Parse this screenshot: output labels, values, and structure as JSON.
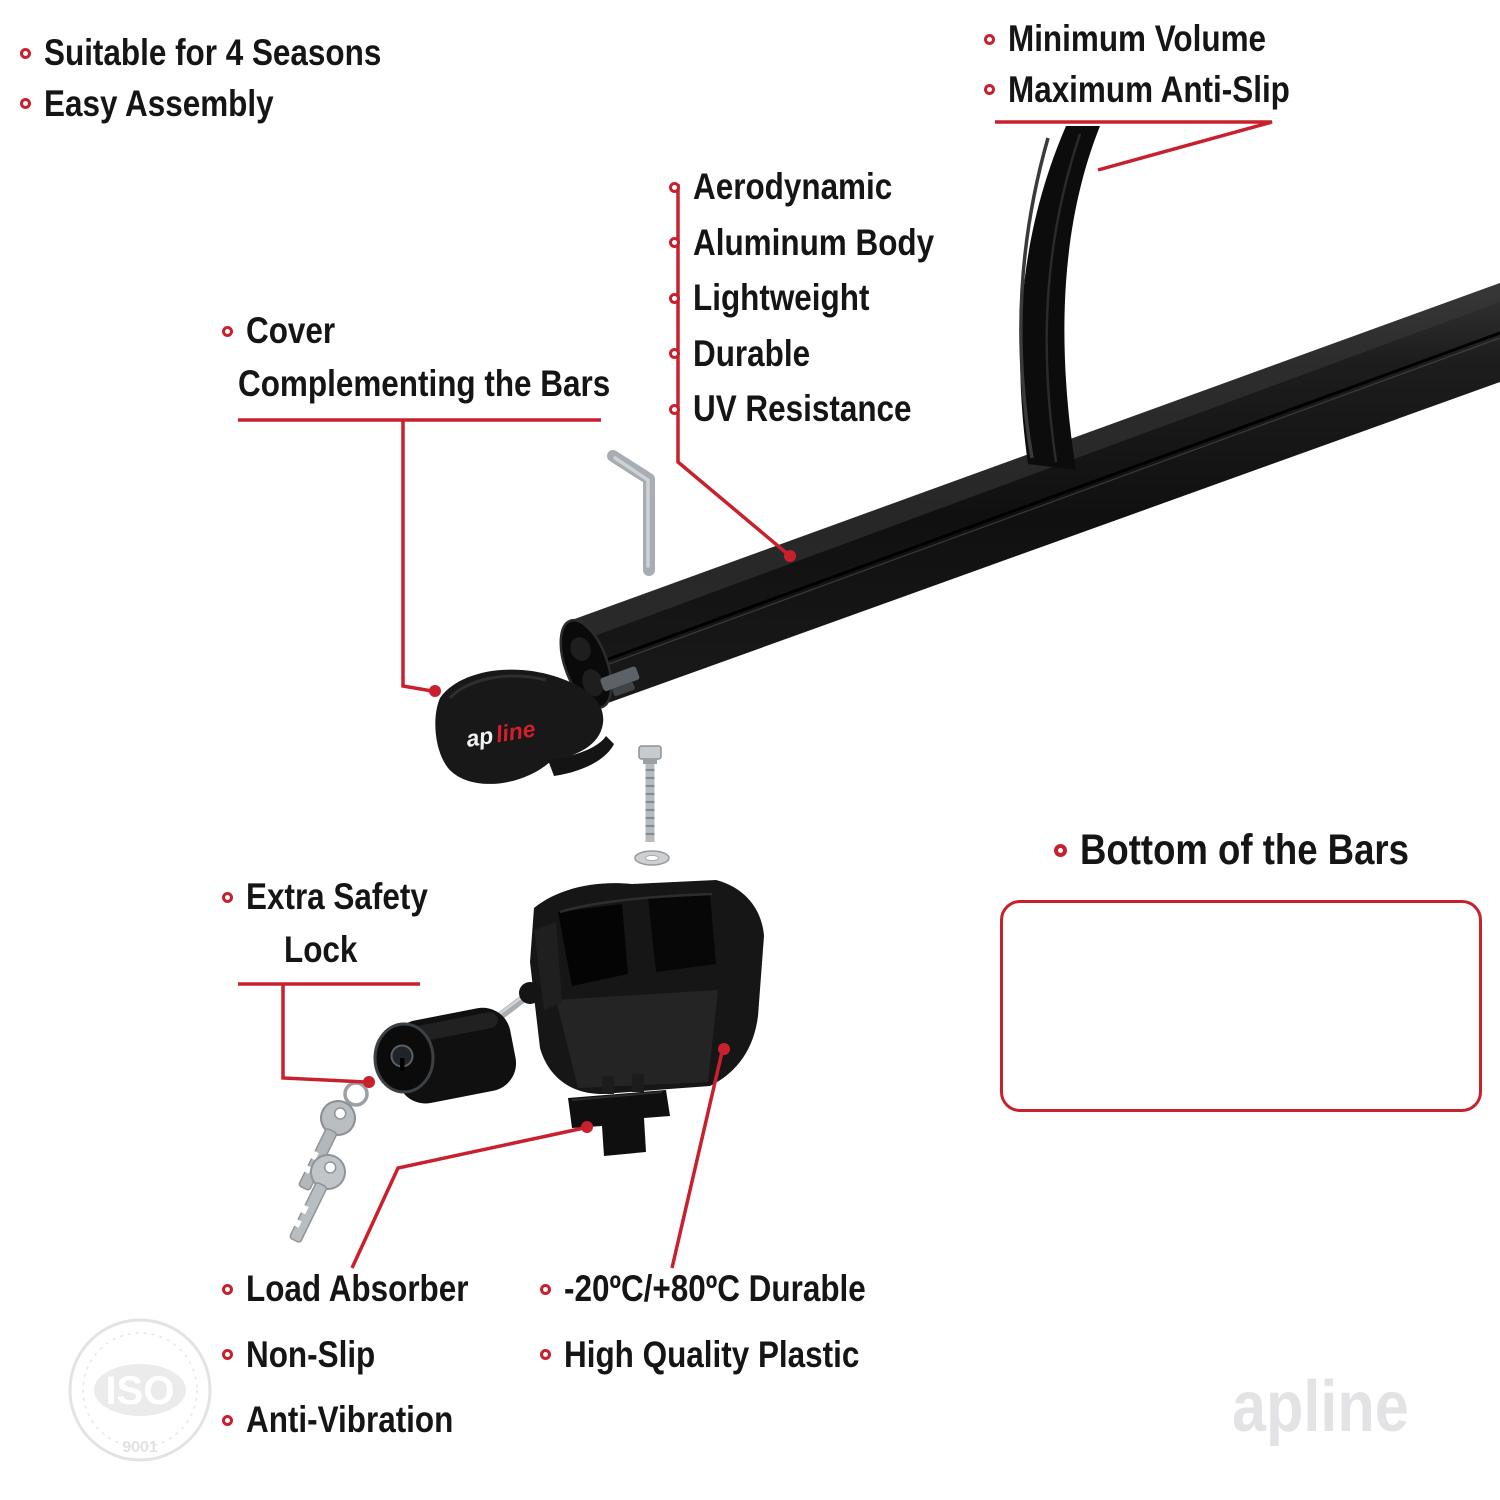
{
  "accent": "#c9202e",
  "top_left": {
    "items": [
      "Suitable for 4 Seasons",
      "Easy Assembly"
    ]
  },
  "top_right": {
    "items": [
      "Minimum Volume",
      "Maximum Anti-Slip"
    ]
  },
  "bar_features": {
    "items": [
      "Aerodynamic",
      "Aluminum Body",
      "Lightweight",
      "Durable",
      "UV Resistance"
    ]
  },
  "cover_label": {
    "line1": "Cover",
    "line2": "Complementing the Bars"
  },
  "safety_label": {
    "line1": "Extra Safety",
    "line2": "Lock"
  },
  "bottom_bars_label": "Bottom of the Bars",
  "bottom_left": {
    "items": [
      "Load Absorber",
      "Non-Slip",
      "Anti-Vibration"
    ]
  },
  "bottom_right": {
    "items": [
      "-20ºC/+80ºC Durable",
      "High Quality Plastic"
    ]
  },
  "brand": {
    "prefix": "ap",
    "suffix": "line",
    "watermark": "apline"
  },
  "iso_stamp": {
    "title": "ISO",
    "subtitle": "9001"
  }
}
